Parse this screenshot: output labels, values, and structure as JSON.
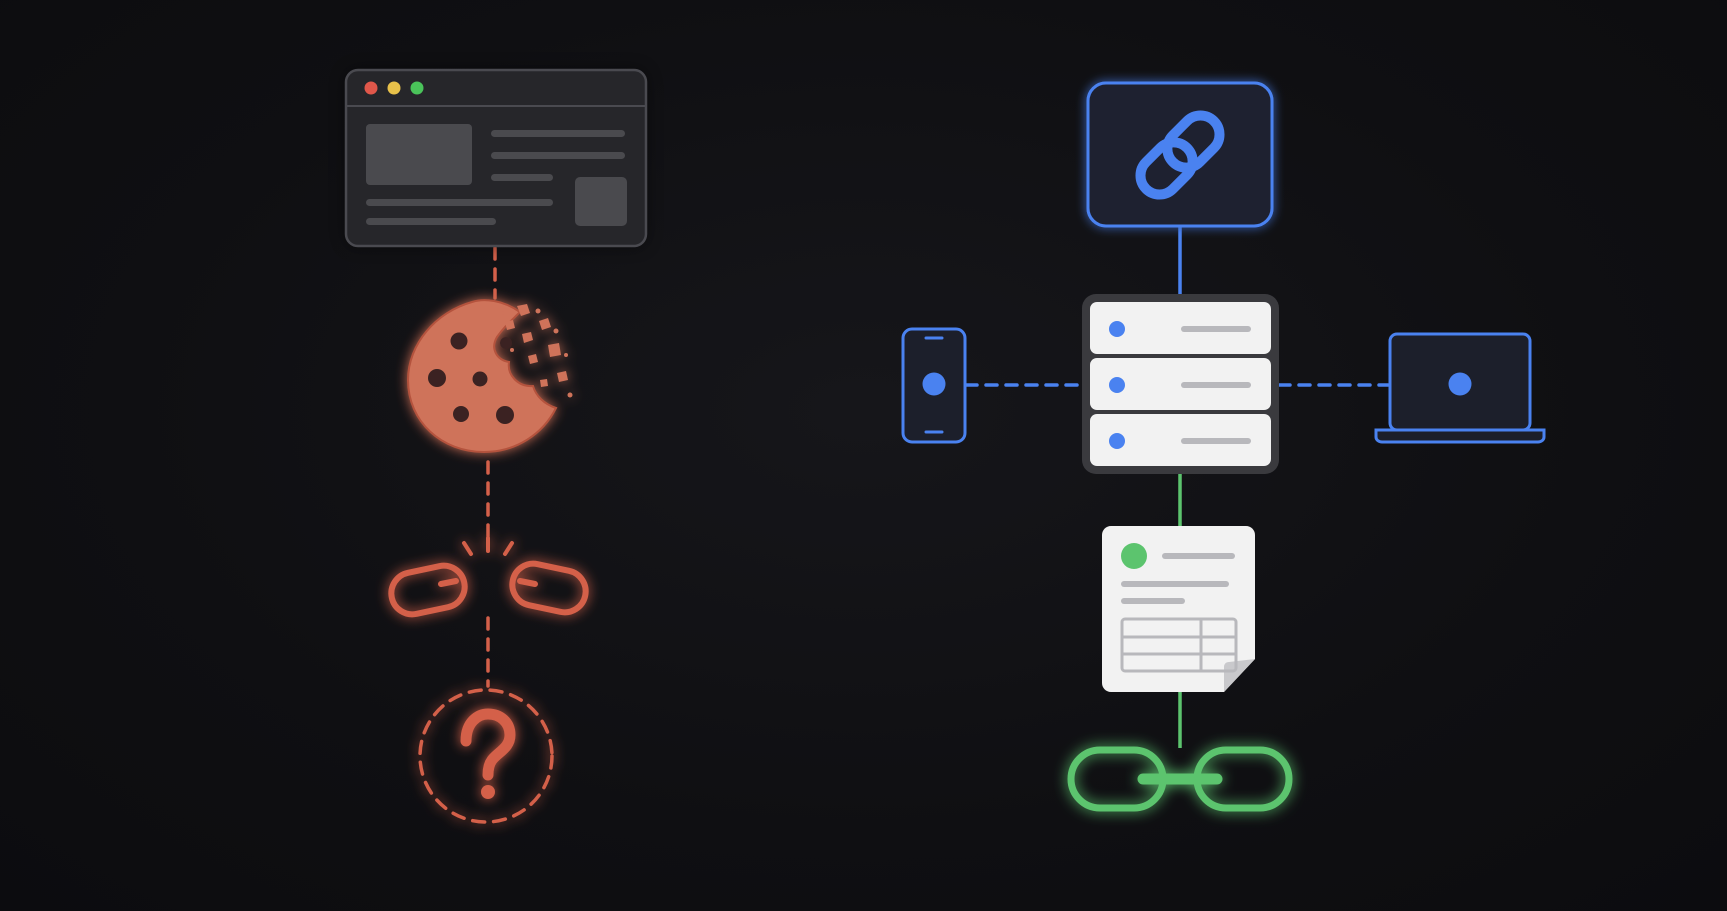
{
  "scene": {
    "background": "#0f0f12"
  },
  "colors": {
    "broken_red": "#d4604a",
    "cookie_fill": "#cf735a",
    "link_blue": "#4a82f0",
    "sync_green": "#5cc46e",
    "window_frame": "#26262a",
    "window_border": "#4a4a50",
    "placeholder_gray": "#4a4a4e",
    "server_white": "#f2f2f2",
    "traffic_red": "#e0574a",
    "traffic_yellow": "#e8c14a",
    "traffic_green": "#4ac35a"
  },
  "left_flow": {
    "nodes": [
      {
        "id": "browser-window",
        "icon": "browser-window-icon"
      },
      {
        "id": "crumbling-cookie",
        "icon": "cookie-icon"
      },
      {
        "id": "broken-link",
        "icon": "broken-link-icon"
      },
      {
        "id": "unknown",
        "icon": "question-mark-icon"
      }
    ],
    "connector_style": "dashed",
    "connector_color": "#d4604a"
  },
  "right_flow": {
    "nodes": [
      {
        "id": "link-badge",
        "icon": "link-icon"
      },
      {
        "id": "server-stack",
        "icon": "server-stack-icon"
      },
      {
        "id": "phone",
        "icon": "smartphone-icon"
      },
      {
        "id": "laptop",
        "icon": "laptop-icon"
      },
      {
        "id": "document",
        "icon": "document-icon"
      },
      {
        "id": "connected-link",
        "icon": "link-icon"
      }
    ],
    "connectors": [
      {
        "from": "link-badge",
        "to": "server-stack",
        "style": "solid",
        "color": "#4a82f0"
      },
      {
        "from": "phone",
        "to": "server-stack",
        "style": "dashed",
        "color": "#4a82f0"
      },
      {
        "from": "server-stack",
        "to": "laptop",
        "style": "dashed",
        "color": "#4a82f0"
      },
      {
        "from": "server-stack",
        "to": "document",
        "style": "solid",
        "color": "#5cc46e"
      },
      {
        "from": "document",
        "to": "connected-link",
        "style": "solid",
        "color": "#5cc46e"
      }
    ]
  }
}
